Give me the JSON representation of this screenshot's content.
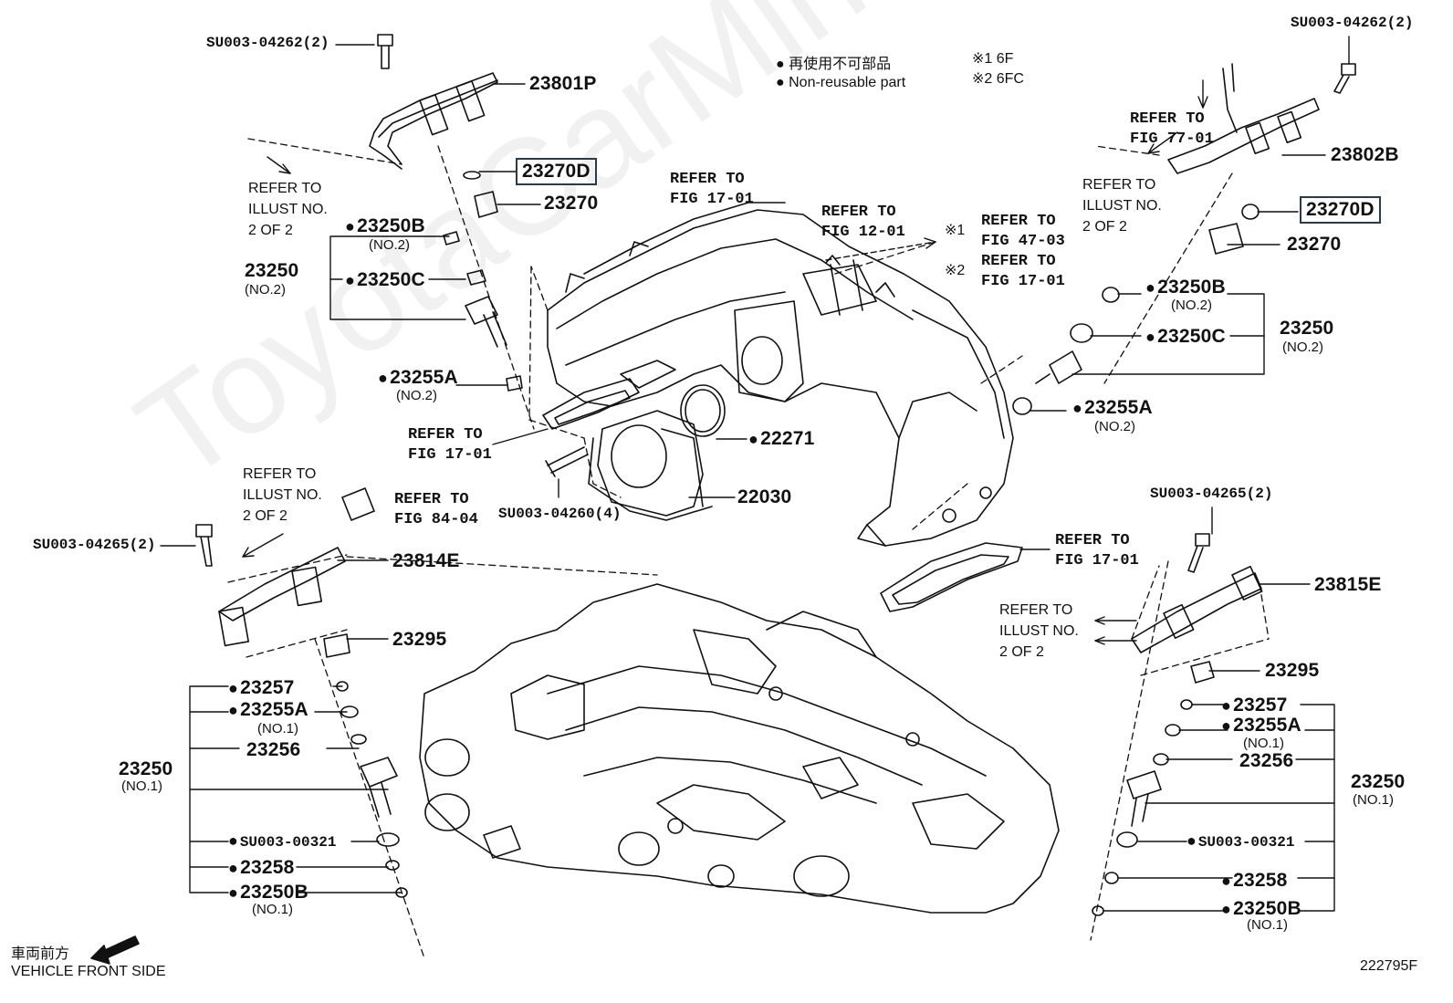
{
  "legend": {
    "jp": "● 再使用不可部品",
    "en": "● Non-reusable part",
    "note1": "※1 6F",
    "note2": "※2 6FC"
  },
  "watermark": "ToyotaCarMine.ru",
  "figure_id": "222795F",
  "vehicle_front": {
    "jp": "車両前方",
    "en": "VEHICLE FRONT SIDE"
  },
  "labels": {
    "su_04262_left": "SU003-04262(2)",
    "su_04262_right": "SU003-04262(2)",
    "p23801P": "23801P",
    "p23270D_left": "23270D",
    "p23270_left": "23270",
    "p23802B": "23802B",
    "p23270D_right": "23270D",
    "p23270_right": "23270",
    "p23250B_l": "23250B",
    "p23250B_l_sub": "(NO.2)",
    "p23250_l": "23250",
    "p23250_l_sub": "(NO.2)",
    "p23250C_l": "23250C",
    "p23255A_l": "23255A",
    "p23255A_l_sub": "(NO.2)",
    "p22271": "22271",
    "p22030": "22030",
    "su_04260": "SU003-04260(4)",
    "p23250B_r": "23250B",
    "p23250B_r_sub": "(NO.2)",
    "p23250C_r": "23250C",
    "p23250_r": "23250",
    "p23250_r_sub": "(NO.2)",
    "p23255A_r": "23255A",
    "p23255A_r_sub": "(NO.2)",
    "su_04265_left": "SU003-04265(2)",
    "su_04265_right": "SU003-04265(2)",
    "p23814E": "23814E",
    "p23815E": "23815E",
    "p23295_l": "23295",
    "p23295_r": "23295",
    "p23257_l": "23257",
    "p23255A1_l": "23255A",
    "p23255A1_l_sub": "(NO.1)",
    "p23256_l": "23256",
    "p23250_1l": "23250",
    "p23250_1l_sub": "(NO.1)",
    "su_00321_l": "SU003-00321",
    "p23258_l": "23258",
    "p23250B1_l": "23250B",
    "p23250B1_l_sub": "(NO.1)",
    "p23257_r": "23257",
    "p23255A1_r": "23255A",
    "p23255A1_r_sub": "(NO.1)",
    "p23256_r": "23256",
    "p23250_1r": "23250",
    "p23250_1r_sub": "(NO.1)",
    "su_00321_r": "SU003-00321",
    "p23258_r": "23258",
    "p23250B1_r": "23250B",
    "p23250B1_r_sub": "(NO.1)"
  },
  "refs": {
    "fig17_top": "REFER TO\nFIG 17-01",
    "fig12": "REFER TO\nFIG 12-01",
    "fig47": "REFER TO\nFIG 47-03",
    "fig17_mark2": "REFER TO\nFIG 17-01",
    "fig77": "REFER TO\nFIG 77-01",
    "fig17_left": "REFER TO\nFIG 17-01",
    "fig84": "REFER TO\nFIG 84-04",
    "fig17_right": "REFER TO\nFIG 17-01",
    "mark1": "※1",
    "mark2": "※2"
  },
  "illust": {
    "tl": "REFER TO\nILLUST NO.\n2 OF 2",
    "tr": "REFER TO\nILLUST NO.\n2 OF 2",
    "ml": "REFER TO\nILLUST NO.\n2 OF 2",
    "mr": "REFER TO\nILLUST NO.\n2 OF 2"
  }
}
